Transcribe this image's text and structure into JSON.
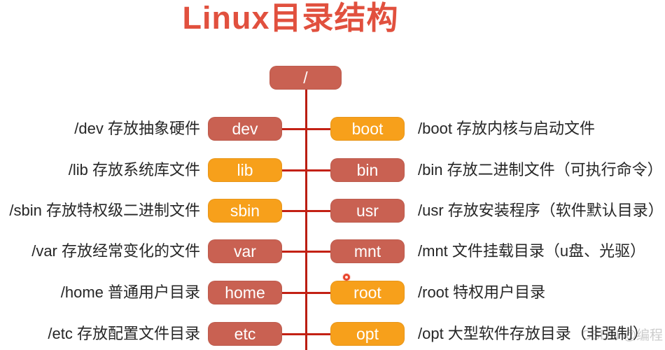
{
  "title": "Linux目录结构",
  "root": {
    "label": "/"
  },
  "left_rows": [
    {
      "dir": "dev",
      "desc": "/dev 存放抽象硬件",
      "box_color": "red"
    },
    {
      "dir": "lib",
      "desc": "/lib 存放系统库文件",
      "box_color": "orange"
    },
    {
      "dir": "sbin",
      "desc": "/sbin 存放特权级二进制文件",
      "box_color": "orange"
    },
    {
      "dir": "var",
      "desc": "/var 存放经常变化的文件",
      "box_color": "red"
    },
    {
      "dir": "home",
      "desc": "/home 普通用户目录",
      "box_color": "red"
    },
    {
      "dir": "etc",
      "desc": "/etc 存放配置文件目录",
      "box_color": "red"
    }
  ],
  "right_rows": [
    {
      "dir": "boot",
      "desc": "/boot 存放内核与启动文件",
      "box_color": "orange"
    },
    {
      "dir": "bin",
      "desc": "/bin 存放二进制文件（可执行命令）",
      "box_color": "red"
    },
    {
      "dir": "usr",
      "desc": "/usr 存放安装程序（软件默认目录）",
      "box_color": "red"
    },
    {
      "dir": "mnt",
      "desc": "/mnt 文件挂载目录（u盘、光驱）",
      "box_color": "red"
    },
    {
      "dir": "root",
      "desc": "/root 特权用户目录",
      "box_color": "orange"
    },
    {
      "dir": "opt",
      "desc": "/opt 大型软件存放目录（非强制）",
      "box_color": "orange"
    }
  ],
  "watermark": "CSDN @编程",
  "colors": {
    "title": "#e1503e",
    "red_box": "#c96152",
    "orange_box": "#f7a01b",
    "connector_line": "#c32114",
    "description_text": "#262626",
    "box_text": "#ffffff"
  }
}
